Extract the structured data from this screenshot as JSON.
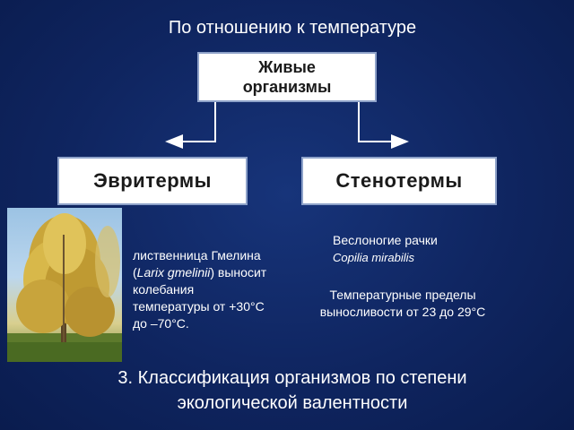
{
  "title": "По отношению к температуре",
  "root_box": {
    "line1": "Живые",
    "line2": "организмы"
  },
  "left_box": "Эвритермы",
  "right_box": "Стенотермы",
  "left_text": {
    "line1": "лиственница Гмелина",
    "latin": "Larix gmelinii",
    "line2_rest": " выносит",
    "line3": "колебания",
    "line4": "температуры от +30°С",
    "line5": "до –70°С."
  },
  "right_text": {
    "name": "Веслоногие рачки",
    "latin": "Copilia mirabilis",
    "limits_line1": "Температурные пределы",
    "limits_line2": "выносливости от 23 до 29°С"
  },
  "bottom_caption": {
    "line1": "3. Классификация организмов по степени",
    "line2": "экологической валентности"
  },
  "colors": {
    "background": "#0f2560",
    "box_fill": "#ffffff",
    "box_border": "#8ea2c9",
    "connector": "#ffffff"
  }
}
